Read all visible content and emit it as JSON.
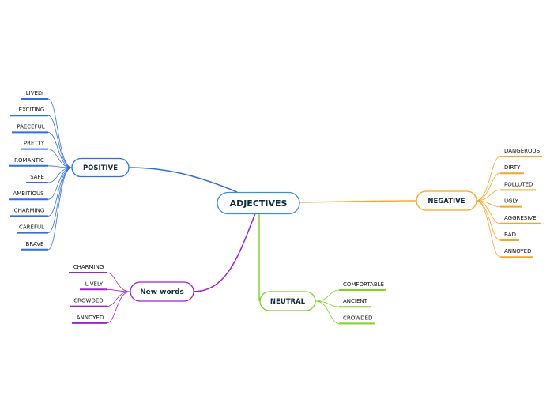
{
  "center": {
    "label": "ADJECTIVES"
  },
  "branches": {
    "positive": {
      "label": "POSITIVE",
      "color": "#2f6fe0",
      "items": [
        "LIVELY",
        "EXCITING",
        "PAECEFUL",
        "PRETTY",
        "ROMANTIC",
        "SAFE",
        "AMBITIOUS",
        "CHARMING",
        "CAREFUL",
        "BRAVE"
      ]
    },
    "negative": {
      "label": "NEGATIVE",
      "color": "#f5a623",
      "items": [
        "DANGEROUS",
        "DIRTY",
        "POLLUTED",
        "UGLY",
        "AGGRESIVE",
        "BAD",
        "ANNOYED"
      ]
    },
    "neutral": {
      "label": "NEUTRAL",
      "color": "#7ed321",
      "items": [
        "COMFORTABLE",
        "ANCIENT",
        "CROWDED"
      ]
    },
    "new_words": {
      "label": "New words",
      "color": "#a020d0",
      "items": [
        "CHARMING",
        "LIVELY",
        "CROWDED",
        "ANNOYED"
      ]
    }
  },
  "colors": {
    "center_stroke": "#3a8fd0",
    "text": "#0f2a3d"
  }
}
